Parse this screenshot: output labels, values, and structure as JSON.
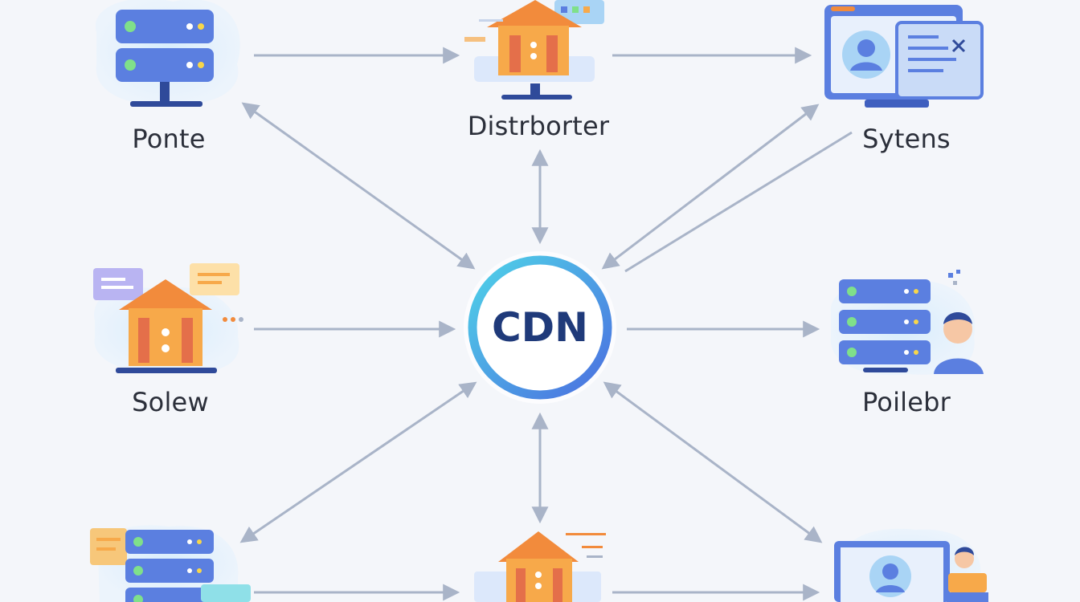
{
  "diagram": {
    "center": {
      "label": "CDN"
    },
    "nodes": [
      {
        "id": "ponte",
        "label": "Ponte",
        "icon": "server-stack-icon"
      },
      {
        "id": "distrborter",
        "label": "Distrborter",
        "icon": "house-server-icon"
      },
      {
        "id": "sytens",
        "label": "Sytens",
        "icon": "monitor-profile-icon"
      },
      {
        "id": "solew",
        "label": "Solew",
        "icon": "house-icon"
      },
      {
        "id": "poilebr",
        "label": "Poilebr",
        "icon": "server-user-icon"
      },
      {
        "id": "bottom-left",
        "label": "",
        "icon": "server-stack-icon"
      },
      {
        "id": "bottom-center",
        "label": "",
        "icon": "house-server-icon"
      },
      {
        "id": "bottom-right",
        "label": "",
        "icon": "monitor-user-icon"
      }
    ],
    "colors": {
      "server": "#5b7fe0",
      "server_dark": "#3f5fbf",
      "house": "#f7a94a",
      "house_roof": "#f28b3c",
      "arrow": "#a9b4c8",
      "ring_start": "#4fd3e8",
      "ring_end": "#4b6fe0",
      "glow": "#cfe6fb"
    }
  }
}
